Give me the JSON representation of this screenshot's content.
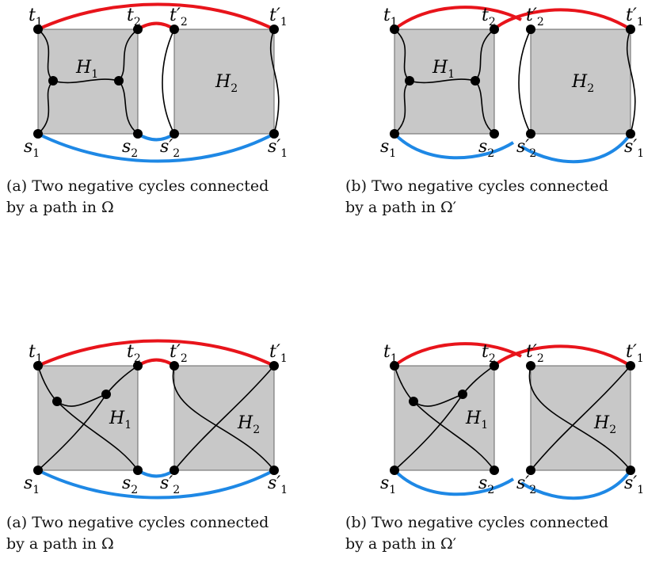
{
  "colors": {
    "top_path": "#e8141b",
    "bottom_path": "#1e88e5",
    "box_fill": "#c8c8c8",
    "stroke": "#000000"
  },
  "labels": {
    "t1": "t",
    "t1_sub": "1",
    "t2": "t",
    "t2_sub": "2",
    "t2p": "t′",
    "t2p_sub": "2",
    "t1p": "t′",
    "t1p_sub": "1",
    "s1": "s",
    "s1_sub": "1",
    "s2": "s",
    "s2_sub": "2",
    "s2p": "s′",
    "s2p_sub": "2",
    "s1p": "s′",
    "s1p_sub": "1",
    "H1": "H",
    "H1_sub": "1",
    "H2": "H",
    "H2_sub": "2"
  },
  "figures": [
    {
      "caption_line1": "(a) Two negative cycles connected",
      "caption_line2": "by a path in Ω"
    },
    {
      "caption_line1": "(b) Two negative cycles connected",
      "caption_line2": "by a path in Ω′"
    },
    {
      "caption_line1": "(a) Two negative cycles connected",
      "caption_line2": "by a path in Ω"
    },
    {
      "caption_line1": "(b) Two negative cycles connected",
      "caption_line2": "by a path in Ω′"
    }
  ]
}
